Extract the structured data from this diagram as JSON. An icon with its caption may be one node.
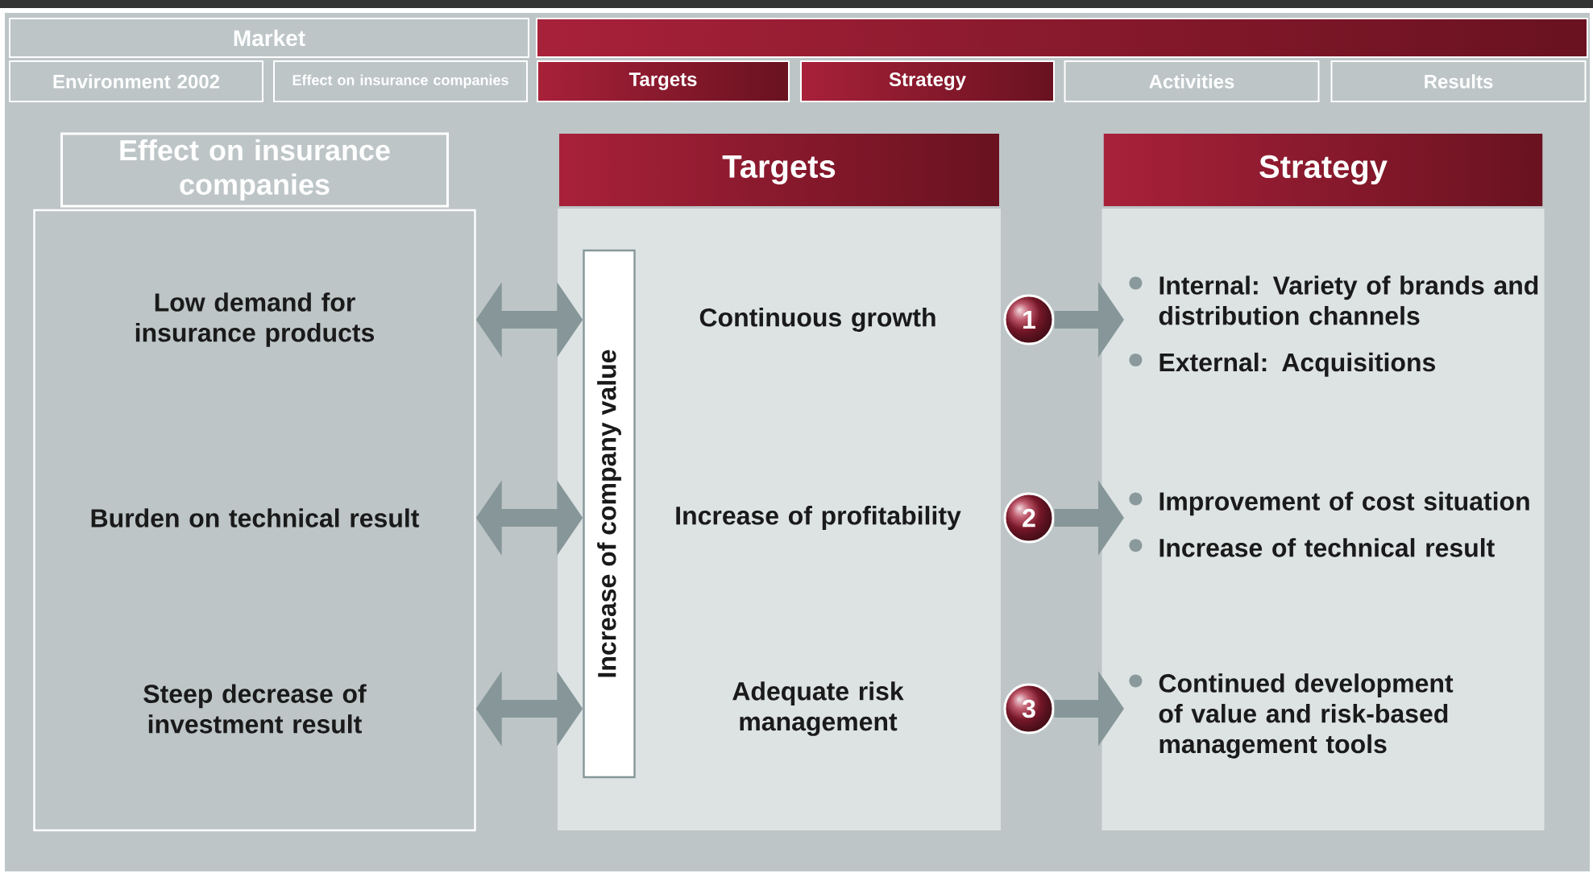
{
  "diagram": {
    "nodes": [
      {
        "text": [
          "Market"
        ]
      },
      {
        "text": [],
        "shape": "bar"
      },
      {
        "text": [
          "Environment 2002"
        ]
      },
      {
        "text": [
          "Effect on insurance companies"
        ]
      },
      {
        "text": [
          "Targets"
        ]
      },
      {
        "text": [
          "Strategy"
        ]
      },
      {
        "text": [
          "Activities"
        ]
      },
      {
        "text": [
          "Results"
        ]
      },
      {
        "text": [
          "Effect on insurance companies"
        ]
      },
      {
        "text": [],
        "shape": "box"
      },
      {
        "text": [
          "Low demand for insurance products"
        ],
        "in": 9
      },
      {
        "text": [
          "Burden on technical result"
        ],
        "in": 9
      },
      {
        "text": [
          "Steep decrease of investment result"
        ],
        "in": 9
      },
      {
        "text": [
          "Targets"
        ]
      },
      {
        "text": [],
        "shape": "box"
      },
      {
        "text": [
          "Increase of company value"
        ],
        "in": 14
      },
      {
        "text": [
          "Continuous growth"
        ],
        "in": 14
      },
      {
        "text": [
          "Increase of profitability"
        ],
        "in": 14
      },
      {
        "text": [
          "Adequate risk management"
        ],
        "in": 14
      },
      {
        "text": [
          "Strategy"
        ]
      },
      {
        "text": [],
        "shape": "box"
      },
      {
        "text": [
          "1"
        ]
      },
      {
        "text": [
          "2"
        ]
      },
      {
        "text": [
          "3"
        ]
      },
      {
        "text": [
          "Internal: Variety of brands and distribution channels",
          "External: Acquisitions"
        ],
        "in": 20
      },
      {
        "text": [
          "Improvement of cost situation",
          "Increase of technical result"
        ],
        "in": 20
      },
      {
        "text": [
          "Continued development of value and risk-based management tools"
        ],
        "in": 20
      }
    ],
    "edges": [
      {
        "from": 9,
        "to": 15,
        "arrow": "both"
      },
      {
        "from": 9,
        "to": 15,
        "arrow": "both"
      },
      {
        "from": 9,
        "to": 15,
        "arrow": "both"
      },
      {
        "from": 21,
        "to": 24,
        "arrow": "to"
      },
      {
        "from": 22,
        "to": 25,
        "arrow": "to"
      },
      {
        "from": 23,
        "to": 26,
        "arrow": "to"
      }
    ]
  }
}
